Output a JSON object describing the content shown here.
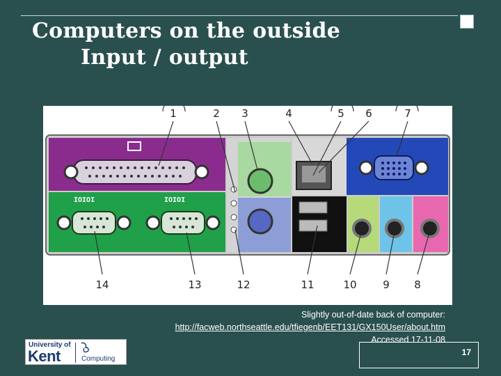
{
  "slide": {
    "title_line1": "Computers on the outside",
    "title_line2": "Input / output",
    "number": "17"
  },
  "figure": {
    "labels_top": [
      "1",
      "2",
      "3",
      "4",
      "5",
      "6",
      "7"
    ],
    "labels_bottom": [
      "14",
      "13",
      "12",
      "11",
      "10",
      "9",
      "8"
    ],
    "colors": {
      "parallel": "#8a2c8e",
      "serial": "#1fa049",
      "ps2_keyboard": "#a8d9a0",
      "ps2_mouse": "#8d9ed6",
      "vga": "#2348b8",
      "audio_line_in": "#6ec3e8",
      "audio_line_out": "#b6d97a",
      "audio_mic": "#e868b0"
    }
  },
  "caption": {
    "line1": "Slightly out-of-date back of computer:",
    "url": "http://facweb.northseattle.edu/tfiegenb/EET131/GX150User/about.htm",
    "line3": "Accessed 17-11-08"
  },
  "logo": {
    "university_of": "University of",
    "kent": "Kent",
    "computing": "Computing"
  }
}
